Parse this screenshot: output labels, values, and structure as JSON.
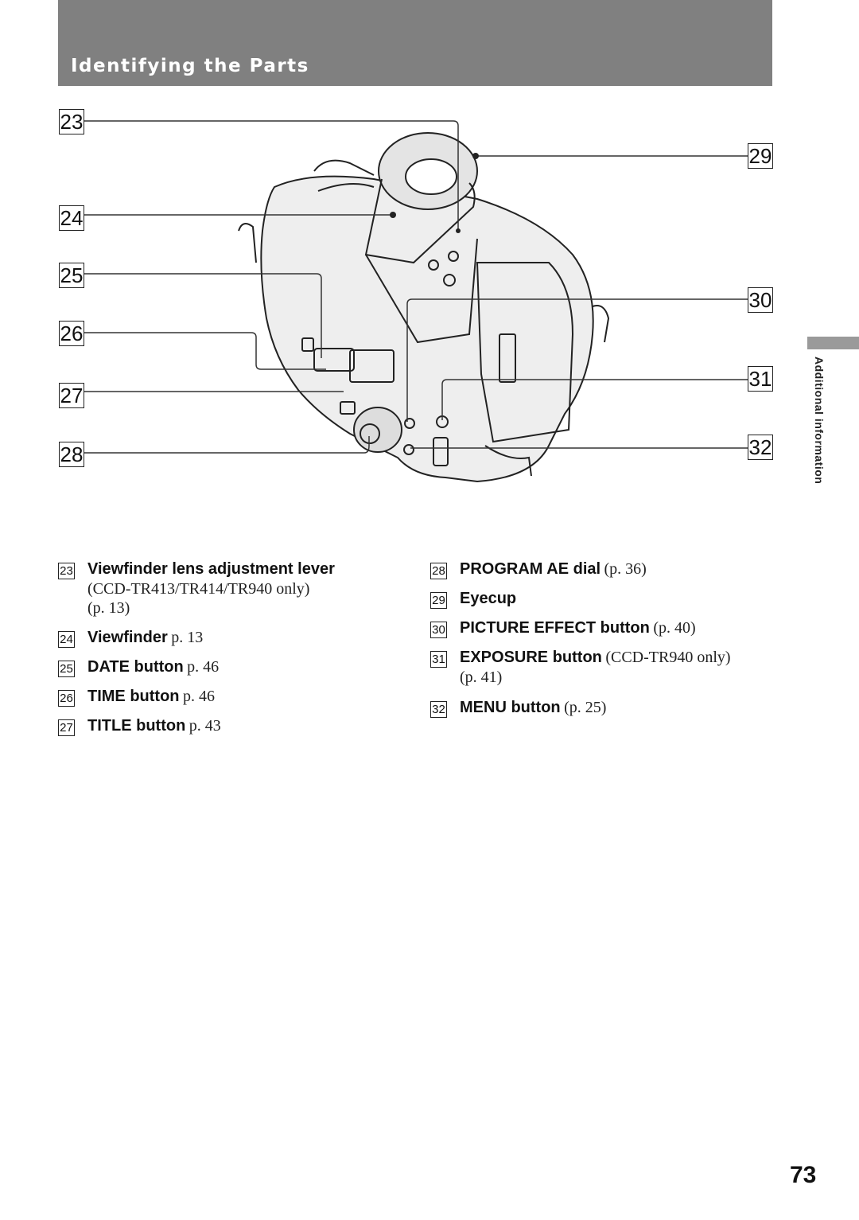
{
  "header": {
    "title": "Identifying the Parts"
  },
  "side_tab": {
    "label": "Additional information"
  },
  "callouts": {
    "left": [
      "23",
      "24",
      "25",
      "26",
      "27",
      "28"
    ],
    "right": [
      "29",
      "30",
      "31",
      "32"
    ]
  },
  "items": [
    {
      "num": "23",
      "label": "Viewfinder lens adjustment lever",
      "note": "(CCD-TR413/TR414/TR940 only)",
      "ref": "(p. 13)"
    },
    {
      "num": "24",
      "label": "Viewfinder",
      "ref": "p. 13"
    },
    {
      "num": "25",
      "label": "DATE button",
      "ref": "p. 46"
    },
    {
      "num": "26",
      "label": "TIME button",
      "ref": "p. 46"
    },
    {
      "num": "27",
      "label": "TITLE button",
      "ref": "p. 43"
    },
    {
      "num": "28",
      "label": "PROGRAM AE dial",
      "ref": "(p. 36)"
    },
    {
      "num": "29",
      "label": "Eyecup"
    },
    {
      "num": "30",
      "label": "PICTURE EFFECT button",
      "ref": "(p. 40)"
    },
    {
      "num": "31",
      "label": "EXPOSURE button",
      "ref": "(CCD-TR940 only)",
      "note": "(p. 41)"
    },
    {
      "num": "32",
      "label": "MENU button",
      "ref": "(p. 25)"
    }
  ],
  "page_number": "73"
}
